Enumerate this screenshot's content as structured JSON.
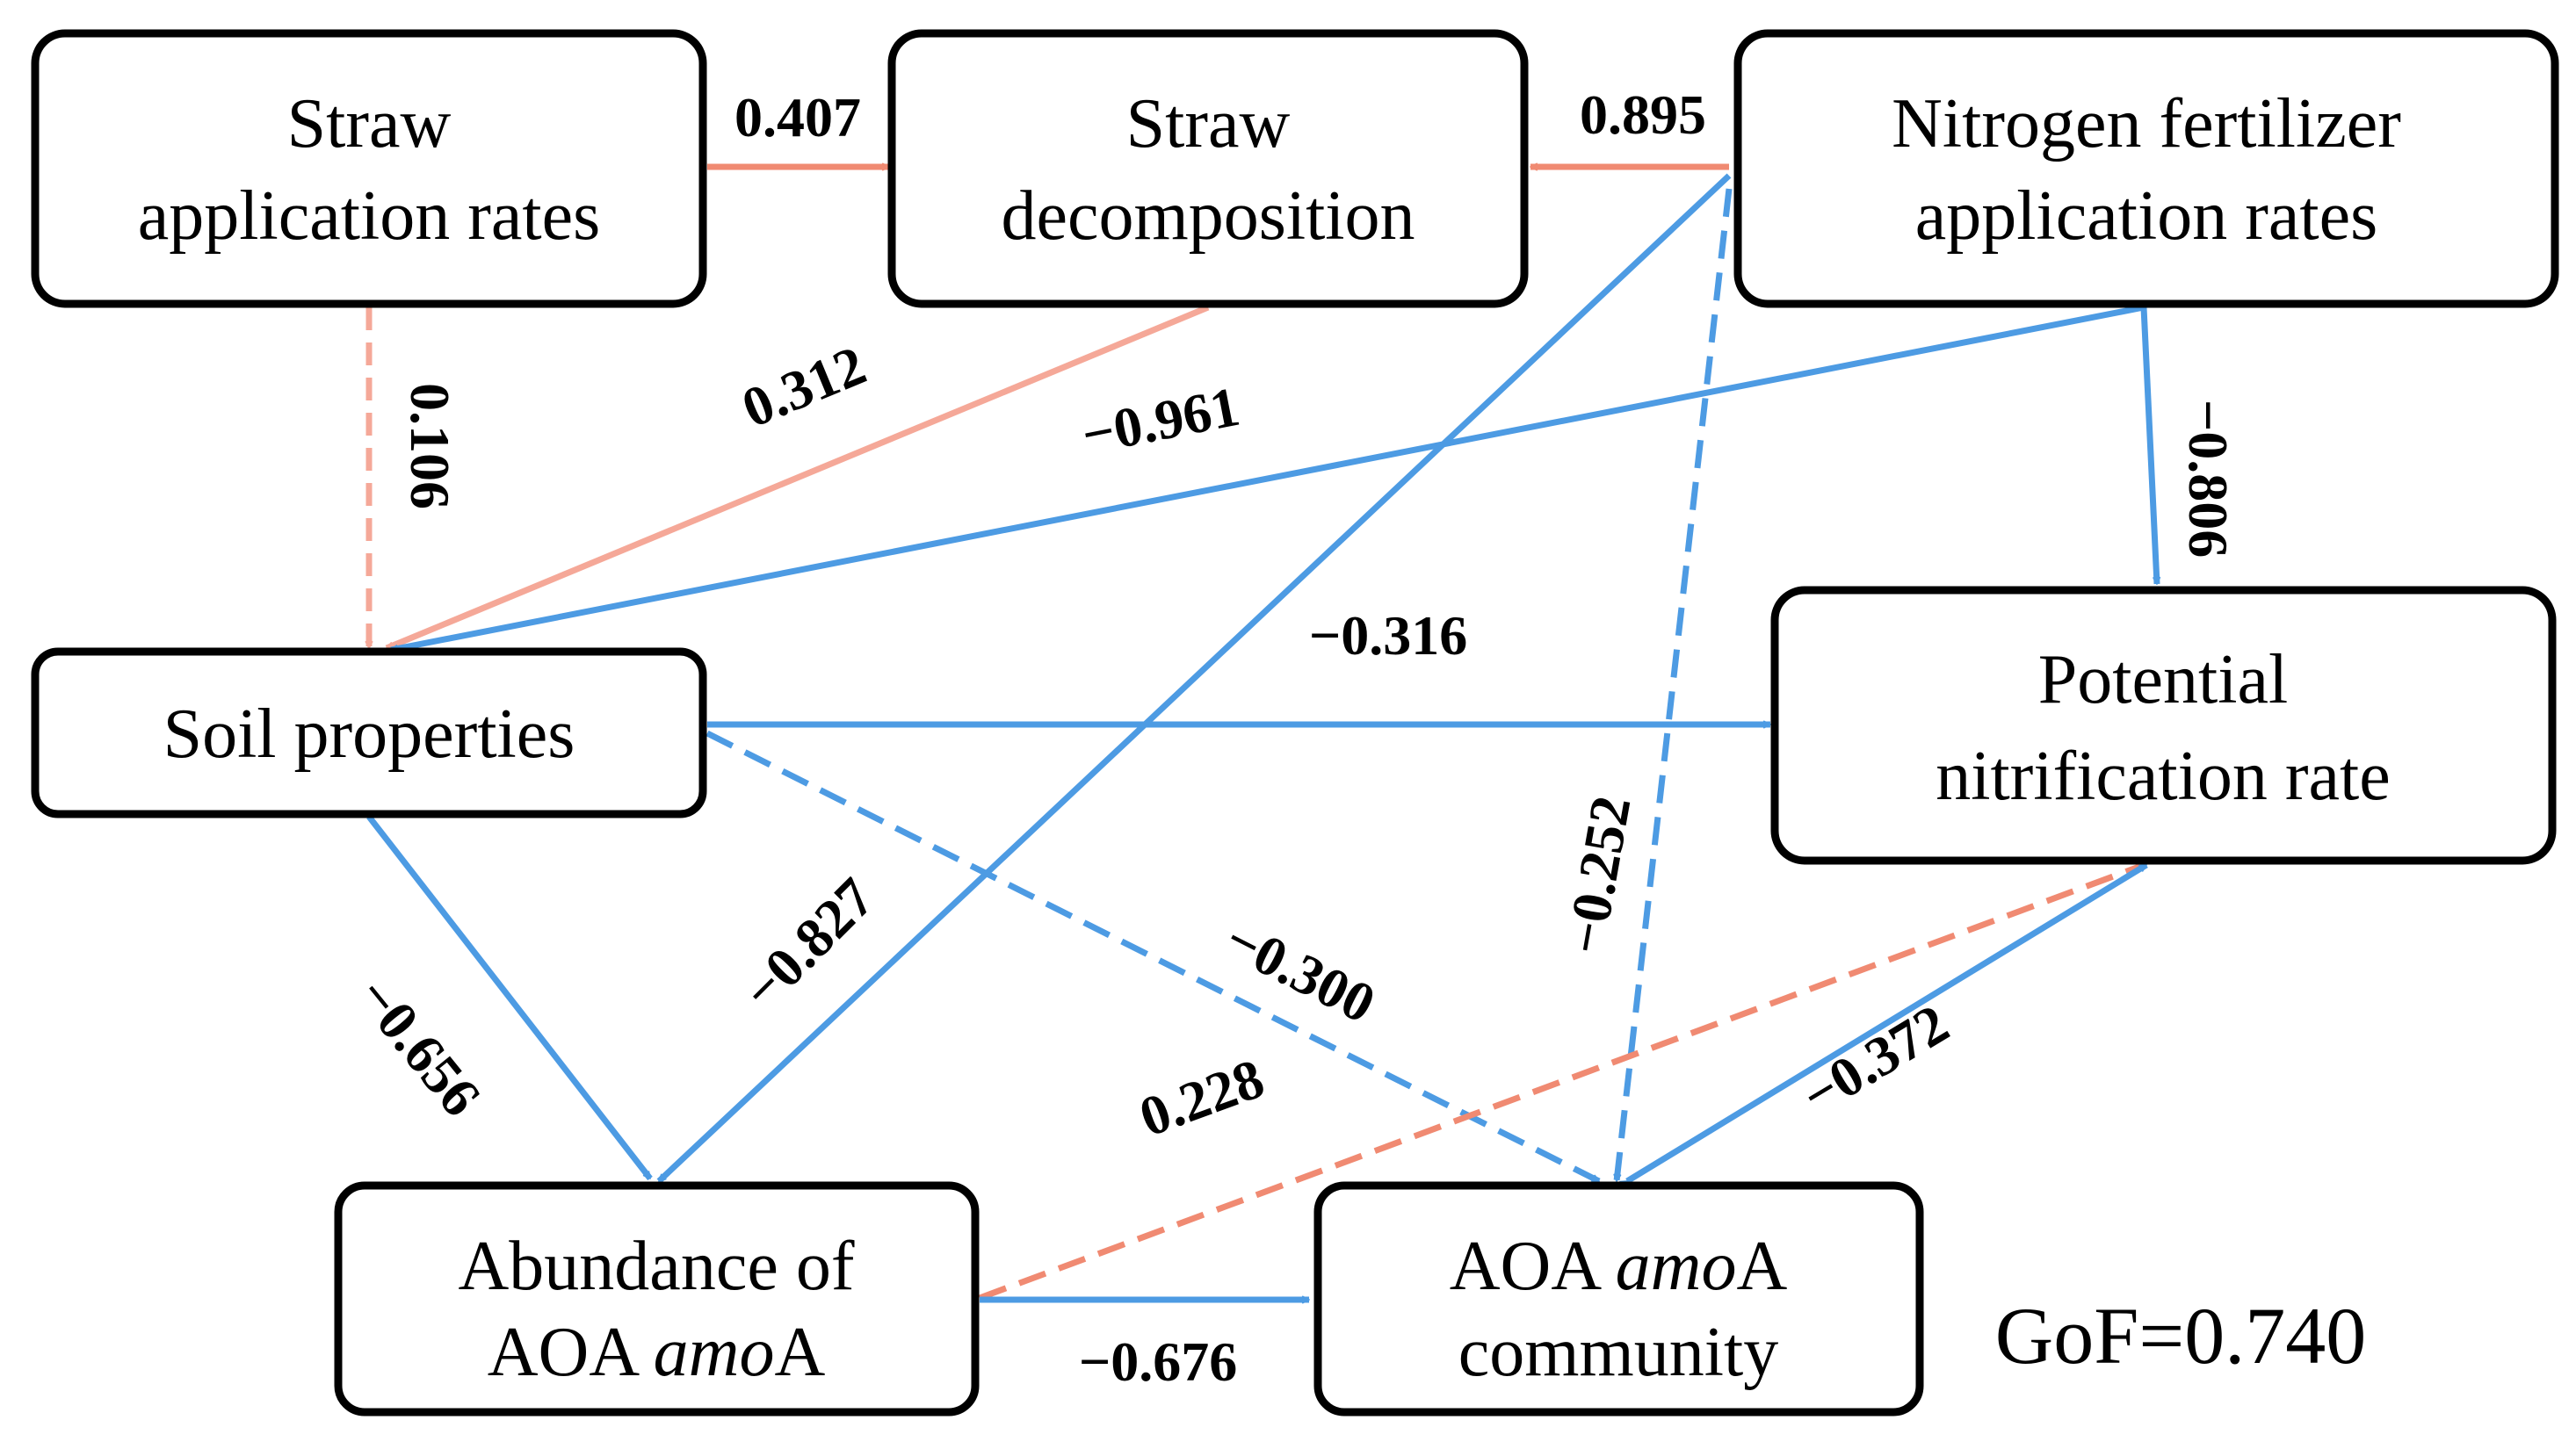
{
  "colors": {
    "positive": "#f08a72",
    "positive_light": "#f5a898",
    "negative": "#4d9be3",
    "box_stroke": "#000000"
  },
  "nodes": {
    "straw_rate": {
      "line1": "Straw",
      "line2": "application rates"
    },
    "straw_decomp": {
      "line1": "Straw",
      "line2": "decomposition"
    },
    "nitrogen_rate": {
      "line1": "Nitrogen fertilizer",
      "line2": "application rates"
    },
    "soil_properties": {
      "line1": "Soil properties"
    },
    "nitrification": {
      "line1": "Potential",
      "line2": "nitrification rate"
    },
    "aoa_abundance": {
      "line1": "Abundance of",
      "line2_prefix": "AOA ",
      "line2_italic": "amo",
      "line2_suffix": "A"
    },
    "aoa_community": {
      "line1_prefix": "AOA ",
      "line1_italic": "amo",
      "line1_suffix": "A",
      "line2": "community"
    }
  },
  "paths": [
    {
      "id": "straw-rate-to-decomp",
      "from": "straw_rate",
      "to": "straw_decomp",
      "coefficient": "0.407",
      "sign": "positive",
      "style": "solid"
    },
    {
      "id": "nitrogen-to-decomp",
      "from": "nitrogen_rate",
      "to": "straw_decomp",
      "coefficient": "0.895",
      "sign": "positive",
      "style": "solid"
    },
    {
      "id": "straw-rate-to-soil",
      "from": "straw_rate",
      "to": "soil_properties",
      "coefficient": "0.106",
      "sign": "positive",
      "style": "dashed"
    },
    {
      "id": "decomp-to-soil",
      "from": "straw_decomp",
      "to": "soil_properties",
      "coefficient": "0.312",
      "sign": "positive",
      "style": "solid"
    },
    {
      "id": "nitrogen-to-soil",
      "from": "nitrogen_rate",
      "to": "soil_properties",
      "coefficient": "−0.961",
      "sign": "negative",
      "style": "solid"
    },
    {
      "id": "nitrogen-to-nitrification",
      "from": "nitrogen_rate",
      "to": "nitrification",
      "coefficient": "−0.806",
      "sign": "negative",
      "style": "solid"
    },
    {
      "id": "soil-to-nitrification",
      "from": "soil_properties",
      "to": "nitrification",
      "coefficient": "−0.316",
      "sign": "negative",
      "style": "solid"
    },
    {
      "id": "nitrogen-to-abundance",
      "from": "nitrogen_rate",
      "to": "aoa_abundance",
      "coefficient": "−0.827",
      "sign": "negative",
      "style": "solid"
    },
    {
      "id": "nitrogen-to-community",
      "from": "nitrogen_rate",
      "to": "aoa_community",
      "coefficient": "−0.252",
      "sign": "negative",
      "style": "dashed"
    },
    {
      "id": "soil-to-abundance",
      "from": "soil_properties",
      "to": "aoa_abundance",
      "coefficient": "−0.656",
      "sign": "negative",
      "style": "solid"
    },
    {
      "id": "soil-to-community",
      "from": "soil_properties",
      "to": "aoa_community",
      "coefficient": "−0.300",
      "sign": "negative",
      "style": "dashed"
    },
    {
      "id": "abundance-to-nitrification",
      "from": "aoa_abundance",
      "to": "nitrification",
      "coefficient": "0.228",
      "sign": "positive",
      "style": "dashed"
    },
    {
      "id": "community-nitrification",
      "from": "aoa_community",
      "to": "nitrification",
      "coefficient": "−0.372",
      "sign": "negative",
      "style": "solid"
    },
    {
      "id": "abundance-to-community",
      "from": "aoa_abundance",
      "to": "aoa_community",
      "coefficient": "−0.676",
      "sign": "negative",
      "style": "solid"
    }
  ],
  "gof": {
    "label": "GoF=0.740"
  }
}
